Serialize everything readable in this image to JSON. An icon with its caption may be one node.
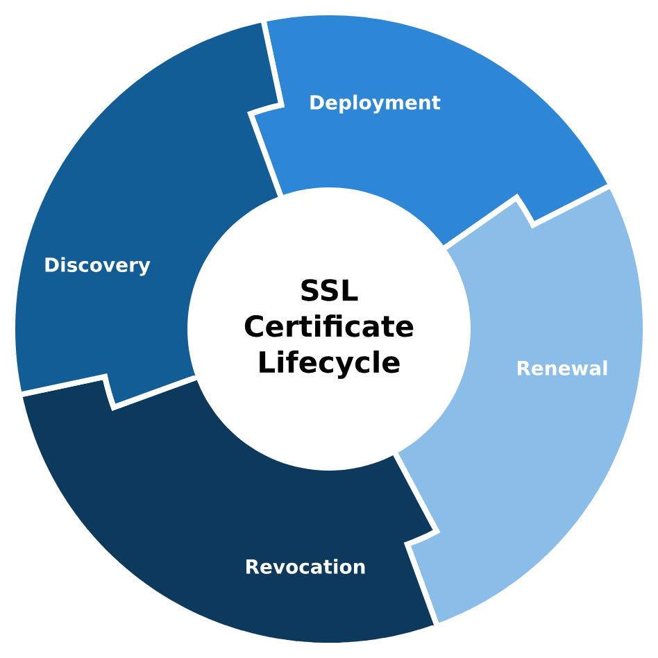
{
  "diagram": {
    "nodes": [
      {
        "text": [
          "SSL Certificate Lifecycle"
        ]
      },
      {
        "text": [
          "Deployment"
        ]
      },
      {
        "text": [
          "Renewal"
        ]
      },
      {
        "text": [
          "Revocation"
        ]
      },
      {
        "text": [
          "Discovery"
        ]
      }
    ]
  }
}
